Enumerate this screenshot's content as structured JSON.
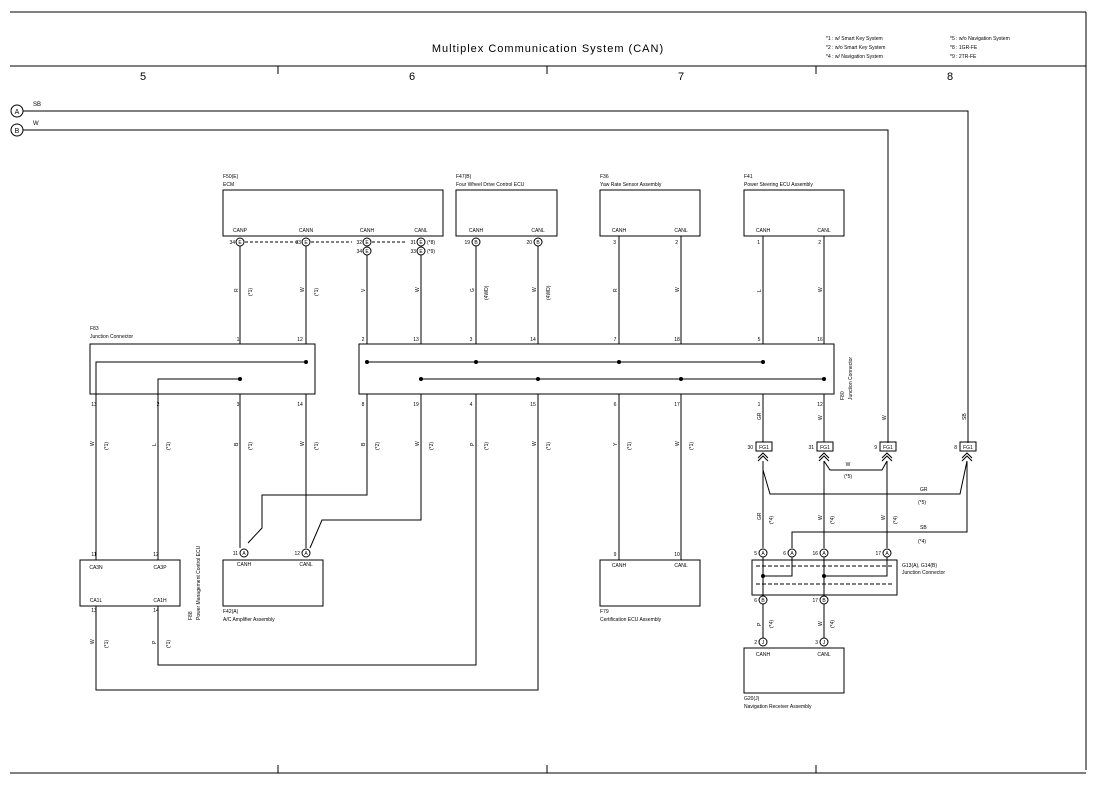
{
  "title": "Multiplex Communication System (CAN)",
  "columns": [
    "5",
    "6",
    "7",
    "8"
  ],
  "notes": [
    "*1 : w/ Smart Key System",
    "*2 : w/o Smart Key System",
    "*4 : w/ Navigation System",
    "*5 : w/o Navigation System",
    "*8 : 1GR-FE",
    "*9 : 2TR-FE"
  ],
  "edge_labels": [
    {
      "letter": "A",
      "wire": "SB"
    },
    {
      "letter": "B",
      "wire": "W"
    }
  ],
  "components": [
    {
      "id": "F50(E)",
      "name": "ECM",
      "pins": [
        "CANP",
        "CANN",
        "CANH",
        "CANL"
      ]
    },
    {
      "id": "F47(B)",
      "name": "Four Wheel Drive Control ECU",
      "pins": [
        "CANH",
        "CANL"
      ]
    },
    {
      "id": "F36",
      "name": "Yaw Rate Sensor Assembly",
      "pins": [
        "CANH",
        "CANL"
      ]
    },
    {
      "id": "F41",
      "name": "Power Steering ECU Assembly",
      "pins": [
        "CANH",
        "CANL"
      ]
    },
    {
      "id": "F83",
      "name": "Junction Connector"
    },
    {
      "id": "F80",
      "name": "Junction Connector"
    },
    {
      "id": "F88",
      "name": "Power Management Control ECU",
      "pins": [
        "CA3N",
        "CA3P",
        "CA1L",
        "CA1H"
      ]
    },
    {
      "id": "F42(A)",
      "name": "A/C Amplifier Assembly",
      "pins": [
        "CANH",
        "CANL"
      ]
    },
    {
      "id": "F79",
      "name": "Certification ECU Assembly",
      "pins": [
        "CANH",
        "CANL"
      ]
    },
    {
      "id": "G13(A), G14(B)",
      "name": "Junction Connector"
    },
    {
      "id": "G20(J)",
      "name": "Navigation Receiver Assembly",
      "pins": [
        "CANH",
        "CANL"
      ]
    }
  ],
  "connector_label": "FG1",
  "wire_notes": [
    "(*1)",
    "(*2)",
    "(*4)",
    "(*5)",
    "(*8)",
    "(*9)",
    "(4WD)"
  ]
}
